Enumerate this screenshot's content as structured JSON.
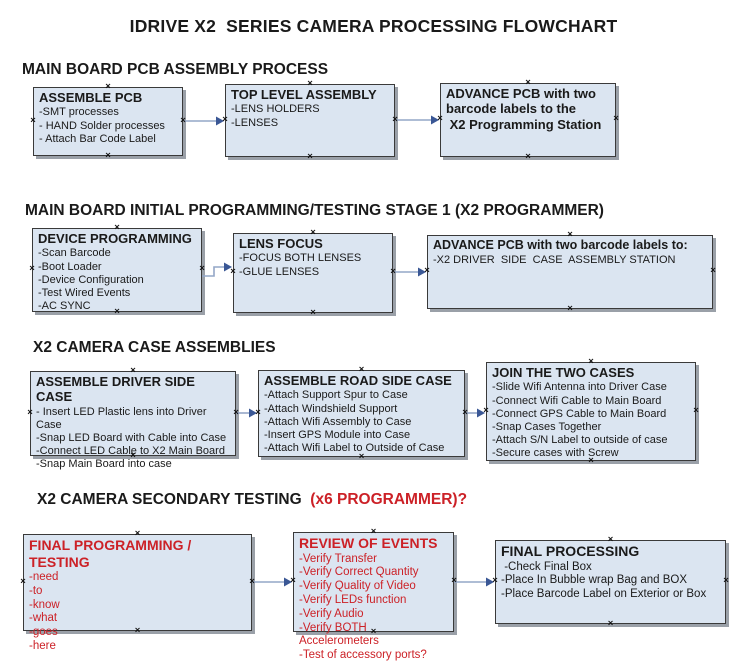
{
  "title": "IDRIVE X2  SERIES CAMERA PROCESSING FLOWCHART",
  "colors": {
    "box_fill": "#dbe5f1",
    "box_border": "#3a3a3a",
    "box_shadow": "#9aa0a8",
    "red_text": "#cc2127",
    "arrow_line": "#94a7c7",
    "arrow_head": "#3a5795",
    "text": "#1a1a1a"
  },
  "sections": [
    {
      "heading": "MAIN BOARD PCB ASSEMBLY PROCESS",
      "boxes": [
        {
          "title": "ASSEMBLE PCB",
          "items": [
            "-SMT processes",
            "- HAND Solder processes",
            "- Attach Bar Code Label"
          ]
        },
        {
          "title": "TOP LEVEL ASSEMBLY",
          "items": [
            "-LENS HOLDERS",
            "-LENSES"
          ]
        },
        {
          "title": "ADVANCE PCB with two\nbarcode labels to the\n X2 Programming Station",
          "items": []
        }
      ]
    },
    {
      "heading": "MAIN BOARD INITIAL PROGRAMMING/TESTING STAGE 1 (X2 PROGRAMMER)",
      "boxes": [
        {
          "title": "DEVICE PROGRAMMING",
          "items": [
            "-Scan Barcode",
            "-Boot Loader",
            "-Device Configuration",
            "-Test Wired Events",
            "-AC SYNC"
          ]
        },
        {
          "title": "LENS FOCUS",
          "items": [
            "-FOCUS BOTH LENSES",
            "-GLUE LENSES"
          ]
        },
        {
          "title": "ADVANCE PCB with two barcode labels to:",
          "items": [
            "-X2 DRIVER  SIDE  CASE  ASSEMBLY STATION"
          ]
        }
      ]
    },
    {
      "heading": "X2 CAMERA CASE ASSEMBLIES",
      "boxes": [
        {
          "title": "ASSEMBLE DRIVER SIDE CASE",
          "items": [
            "- Insert LED Plastic lens into Driver Case",
            "-Snap LED Board with Cable into Case",
            "-Connect LED Cable to X2 Main Board",
            "-Snap Main Board into case"
          ]
        },
        {
          "title": "ASSEMBLE ROAD SIDE CASE",
          "items": [
            "-Attach Support Spur to Case",
            "-Attach Windshield Support",
            "-Attach Wifi Assembly to Case",
            "-Insert GPS Module into Case",
            "-Attach Wifi Label to Outside of Case"
          ]
        },
        {
          "title": "JOIN THE TWO CASES",
          "items": [
            "-Slide Wifi Antenna into Driver Case",
            "-Connect Wifi Cable to Main Board",
            "-Connect GPS Cable to Main Board",
            "-Snap Cases Together",
            "-Attach S/N Label to outside of case",
            "-Secure cases with Screw"
          ]
        }
      ]
    },
    {
      "heading": "X2 CAMERA SECONDARY TESTING ",
      "heading_red": " (x6 PROGRAMMER)?",
      "boxes": [
        {
          "title": "FINAL PROGRAMMING / TESTING",
          "items": [
            "-need",
            "-to",
            "-know",
            "-what",
            "-goes",
            "-here"
          ]
        },
        {
          "title": "REVIEW OF EVENTS",
          "items": [
            "-Verify Transfer",
            "-Verify Correct Quantity",
            "-Verify Quality of Video",
            "-Verify LEDs function",
            "-Verify Audio",
            "-Verify BOTH Accelerometers",
            "-Test of accessory ports?"
          ]
        },
        {
          "title": "FINAL PROCESSING",
          "items": [
            " -Check Final Box",
            "-Place In Bubble wrap Bag and BOX",
            "-Place Barcode Label on Exterior or Box"
          ]
        }
      ]
    }
  ]
}
